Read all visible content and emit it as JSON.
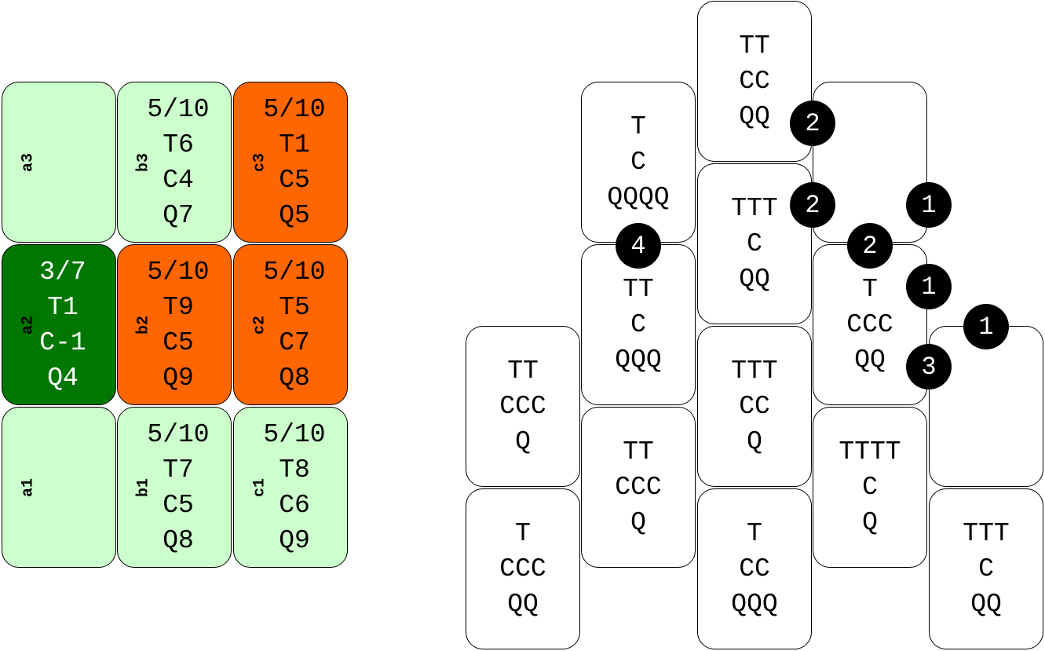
{
  "left_board": {
    "colors": {
      "light": "#ccffcc",
      "dark": "#007700",
      "orange": "#ff6600"
    },
    "cells": [
      {
        "id": "a3",
        "label": "a3",
        "style": "light",
        "lines": []
      },
      {
        "id": "b3",
        "label": "b3",
        "style": "light",
        "lines": [
          "5/10",
          "T6",
          "C4",
          "Q7"
        ]
      },
      {
        "id": "c3",
        "label": "c3",
        "style": "orange",
        "lines": [
          "5/10",
          "T1",
          "C5",
          "Q5"
        ]
      },
      {
        "id": "a2",
        "label": "a2",
        "style": "dark",
        "lines": [
          "3/7",
          "T1",
          "C-1",
          "Q4"
        ]
      },
      {
        "id": "b2",
        "label": "b2",
        "style": "orange",
        "lines": [
          "5/10",
          "T9",
          "C5",
          "Q9"
        ]
      },
      {
        "id": "c2",
        "label": "c2",
        "style": "orange",
        "lines": [
          "5/10",
          "T5",
          "C7",
          "Q8"
        ]
      },
      {
        "id": "a1",
        "label": "a1",
        "style": "light",
        "lines": []
      },
      {
        "id": "b1",
        "label": "b1",
        "style": "light",
        "lines": [
          "5/10",
          "T7",
          "C5",
          "Q8"
        ]
      },
      {
        "id": "c1",
        "label": "c1",
        "style": "light",
        "lines": [
          "5/10",
          "T8",
          "C6",
          "Q9"
        ]
      }
    ]
  },
  "right_board": {
    "tiles": [
      {
        "col": 0,
        "row": 1,
        "lines": [
          "TT",
          "CCC",
          "Q"
        ]
      },
      {
        "col": 0,
        "row": 2,
        "lines": [
          "T",
          "CCC",
          "QQ"
        ]
      },
      {
        "col": 1,
        "row": 0,
        "lines": [
          "T",
          "C",
          "QQQQ"
        ]
      },
      {
        "col": 1,
        "row": 1,
        "lines": [
          "TT",
          "C",
          "QQQ"
        ]
      },
      {
        "col": 1,
        "row": 2,
        "lines": [
          "TT",
          "CCC",
          "Q"
        ]
      },
      {
        "col": 2,
        "row": 0,
        "lines": [
          "TT",
          "CC",
          "QQ"
        ]
      },
      {
        "col": 2,
        "row": 1,
        "lines": [
          "TTT",
          "C",
          "QQ"
        ]
      },
      {
        "col": 2,
        "row": 2,
        "lines": [
          "TTT",
          "CC",
          "Q"
        ]
      },
      {
        "col": 2,
        "row": 3,
        "lines": [
          "T",
          "CC",
          "QQQ"
        ]
      },
      {
        "col": 3,
        "row": 0,
        "lines": []
      },
      {
        "col": 3,
        "row": 1,
        "lines": [
          "T",
          "CCC",
          "QQ"
        ]
      },
      {
        "col": 3,
        "row": 2,
        "lines": [
          "TTTT",
          "C",
          "Q"
        ]
      },
      {
        "col": 4,
        "row": 1,
        "lines": []
      },
      {
        "col": 4,
        "row": 2,
        "lines": [
          "TTT",
          "C",
          "QQ"
        ]
      }
    ],
    "badges": [
      {
        "value": "2",
        "between": "c2r0-c3r0"
      },
      {
        "value": "2",
        "between": "c2r1-c3r0"
      },
      {
        "value": "1",
        "between": "c3r0-c4r1"
      },
      {
        "value": "2",
        "between": "c3r0-c3r1"
      },
      {
        "value": "4",
        "between": "c1r0-c1r1"
      },
      {
        "value": "1",
        "between": "c3r1-c4r1"
      },
      {
        "value": "1",
        "between": "c4r1-c4r2"
      },
      {
        "value": "3",
        "between": "c3r1-c4r2"
      }
    ]
  }
}
